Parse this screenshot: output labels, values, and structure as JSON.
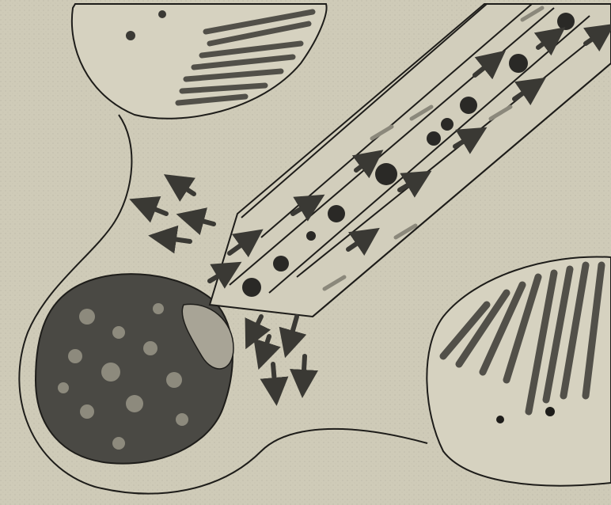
{
  "figure": {
    "kind": "biological-illustration",
    "description_visible_text": "",
    "palette": {
      "paper": "#cfcbb8",
      "ink": "#1e1d1a",
      "mid_gray": "#5a5852",
      "light_gray": "#9c988a",
      "nucleus_dark": "#2f2e2a"
    },
    "elements": {
      "upper_cell": "upper-cell-body",
      "lower_left_cell": "lower-left-cell-body",
      "right_cell": "right-cell-body",
      "tube": "transport-tube",
      "particles": "transported-particles",
      "arrows": "flow-arrows"
    }
  }
}
